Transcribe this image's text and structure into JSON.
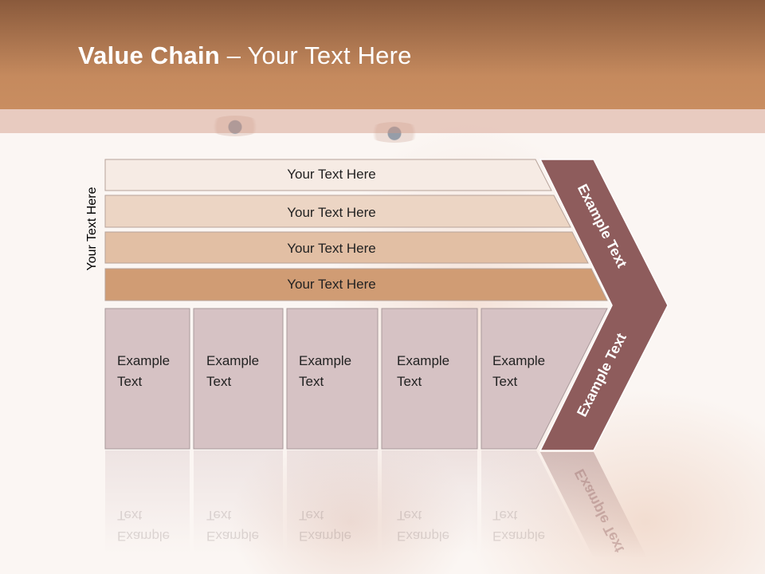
{
  "title": {
    "bold": "Value Chain",
    "rest": " – Your Text Here"
  },
  "side_label": "Your Text Here",
  "bars": [
    {
      "label": "Your Text Here",
      "color": "#f6ebe4"
    },
    {
      "label": "Your Text Here",
      "color": "#ecd5c4"
    },
    {
      "label": "Your Text Here",
      "color": "#e2bfa4"
    },
    {
      "label": "Your Text Here",
      "color": "#d09c74"
    }
  ],
  "columns": [
    {
      "line1": "Example",
      "line2": "Text"
    },
    {
      "line1": "Example",
      "line2": "Text"
    },
    {
      "line1": "Example",
      "line2": "Text"
    },
    {
      "line1": "Example",
      "line2": "Text"
    },
    {
      "line1": "Example",
      "line2": "Text"
    }
  ],
  "chevron": {
    "upper_label": "Example Text",
    "lower_label": "Example Text",
    "color": "#8e5c5c"
  },
  "colors": {
    "header": "#c58a5e",
    "column_fill": "#d6c2c4"
  }
}
